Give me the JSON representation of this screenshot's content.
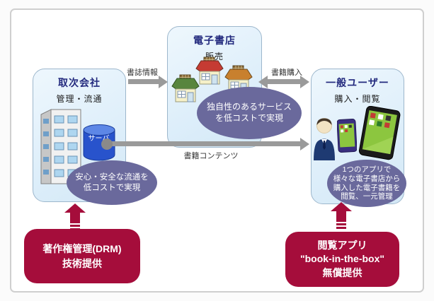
{
  "nodes": {
    "distributor": {
      "title": "取次会社",
      "subtitle": "管理・流通",
      "server_label": "サーバ"
    },
    "bookstore": {
      "title": "電子書店",
      "subtitle": "販売"
    },
    "user": {
      "title": "一般ユーザー",
      "subtitle": "購入・閲覧"
    }
  },
  "flows": {
    "bibliographic_info": "書誌情報",
    "book_purchase": "書籍購入",
    "book_content": "書籍コンテンツ"
  },
  "callouts": {
    "secure_distribution": {
      "lines": [
        "安心・安全な流通を",
        "低コストで実現"
      ]
    },
    "unique_service": {
      "lines": [
        "独自性のあるサービス",
        "を低コストで実現"
      ]
    },
    "one_app": {
      "lines": [
        "1つのアプリで",
        "様々な電子書店から",
        "購入した電子書籍を",
        "閲覧、一元管理"
      ]
    }
  },
  "provisions": {
    "drm": {
      "lines": [
        "著作権管理(DRM)",
        "技術提供"
      ]
    },
    "viewer_app": {
      "lines": [
        "閲覧アプリ",
        "\"book-in-the-box\"",
        "無償提供"
      ]
    }
  },
  "icons": {
    "building": "office-building-icon",
    "server": "database-cylinder-icon",
    "stores": [
      "storefront-red-icon",
      "storefront-orange-icon",
      "storefront-green-icon"
    ],
    "person": "user-person-icon",
    "smartphone": "smartphone-icon",
    "tablet": "tablet-icon"
  },
  "colors": {
    "crimson_box": "#a50d3b",
    "purple_oval": "#6a699c",
    "navy_title": "#232a7e",
    "node_fill": "#e4f2fb",
    "node_border": "#9db7cc",
    "arrow_gray": "#9a9a9a",
    "server_blue": "#2853cc",
    "screen_green": "#8cc63f"
  }
}
